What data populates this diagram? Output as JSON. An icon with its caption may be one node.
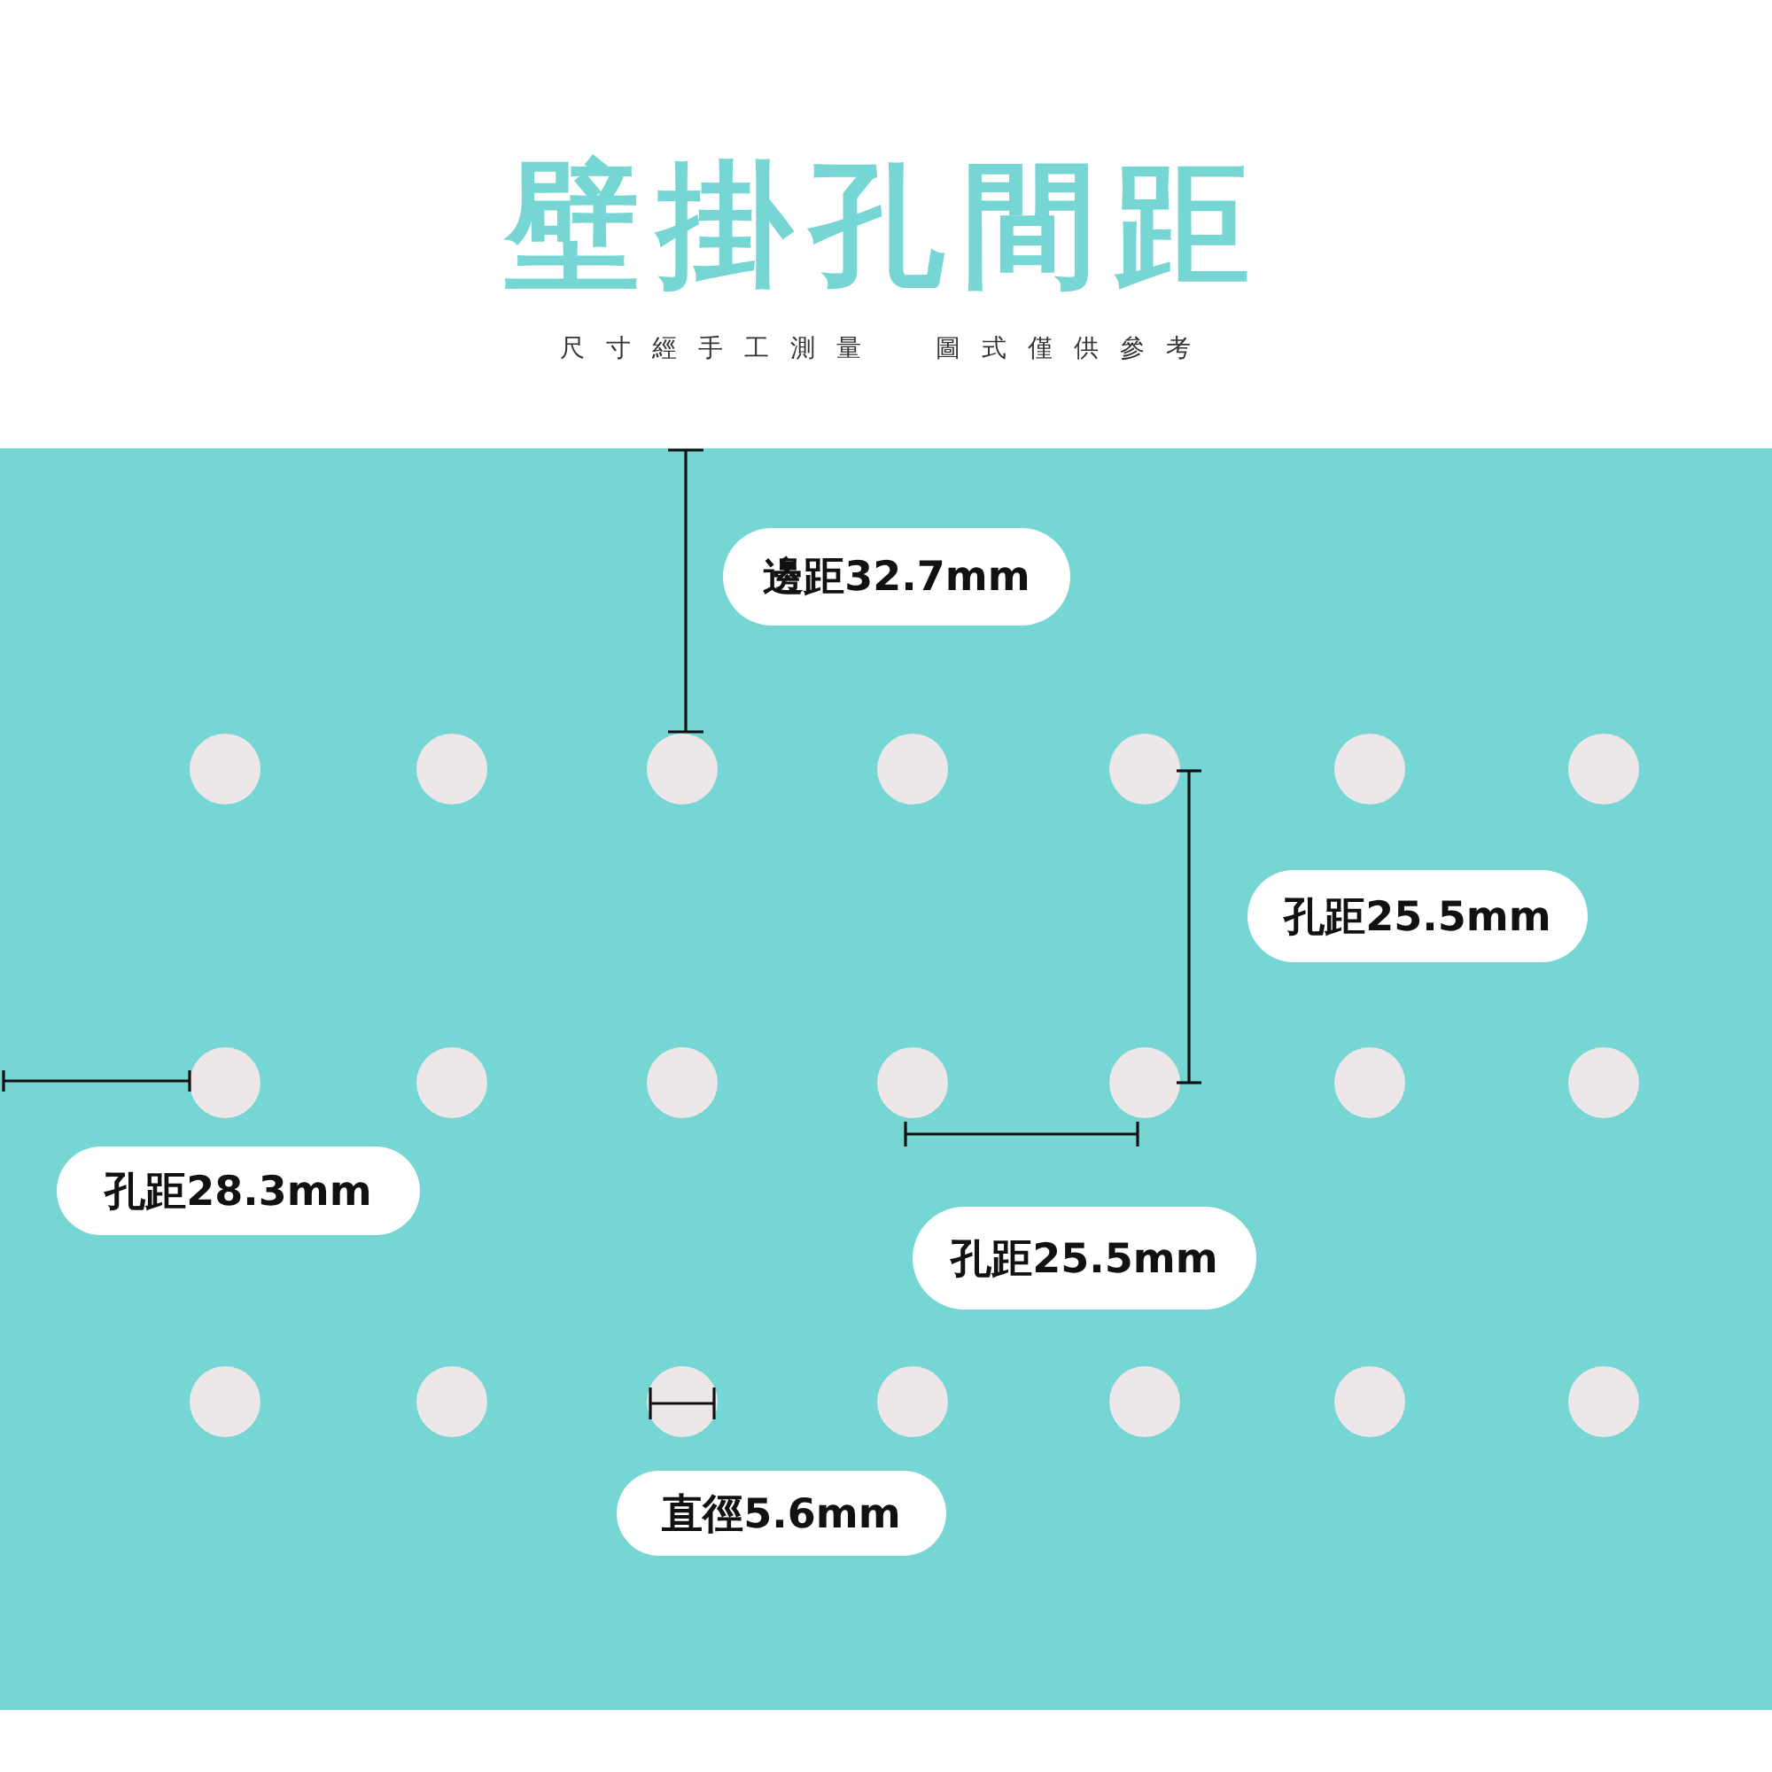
{
  "diagram": {
    "title": "壁掛孔間距",
    "nodes": [
      {
        "text": [
          "邊距32.7mm"
        ]
      },
      {
        "text": [
          "孔距25.5mm"
        ]
      },
      {
        "text": [
          "孔距28.3mm"
        ]
      },
      {
        "text": [
          "孔距25.5mm"
        ]
      },
      {
        "text": [
          "直徑5.6mm"
        ]
      }
    ],
    "edges": [],
    "labels": [
      "尺寸經手工測量",
      "圖式僅供參考"
    ]
  }
}
